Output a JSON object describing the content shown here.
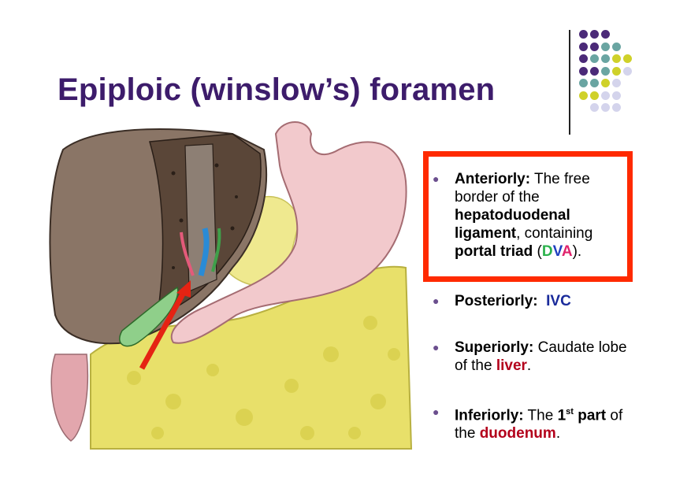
{
  "title": "Epiploic (winslow’s) foramen",
  "bullets": {
    "anterior": {
      "label": "Anteriorly:",
      "t1": " The free border of the ",
      "bold1": "hepatoduodenal ligament",
      "t2": ", containing ",
      "bold2": "portal triad",
      "paren_open": " (",
      "d": "D",
      "v": "V",
      "a": "A",
      "paren_close": ")."
    },
    "posterior": {
      "label": "Posteriorly:",
      "value": "IVC"
    },
    "superior": {
      "label": "Superiorly:",
      "t1": " Caudate lobe of the ",
      "value": "liver",
      "end": "."
    },
    "inferior": {
      "label": "Inferiorly:",
      "t1": " The ",
      "bold1": "1",
      "sup": "st",
      "bold2": " part",
      "t2": " of the ",
      "value": "duodenum",
      "end": "."
    }
  },
  "colors": {
    "title": "#3d1c6b",
    "highlight_box": "#ff2a00",
    "d": "#2bb24c",
    "v": "#1f3fbf",
    "a": "#e0246d",
    "ivc": "#1a2b9b",
    "organ_term": "#b3001b",
    "dot_purple": "#4b2a78",
    "dot_teal": "#6aa5a2",
    "dot_yellow": "#cfd12a",
    "dot_lilac": "#d4d4ec"
  }
}
